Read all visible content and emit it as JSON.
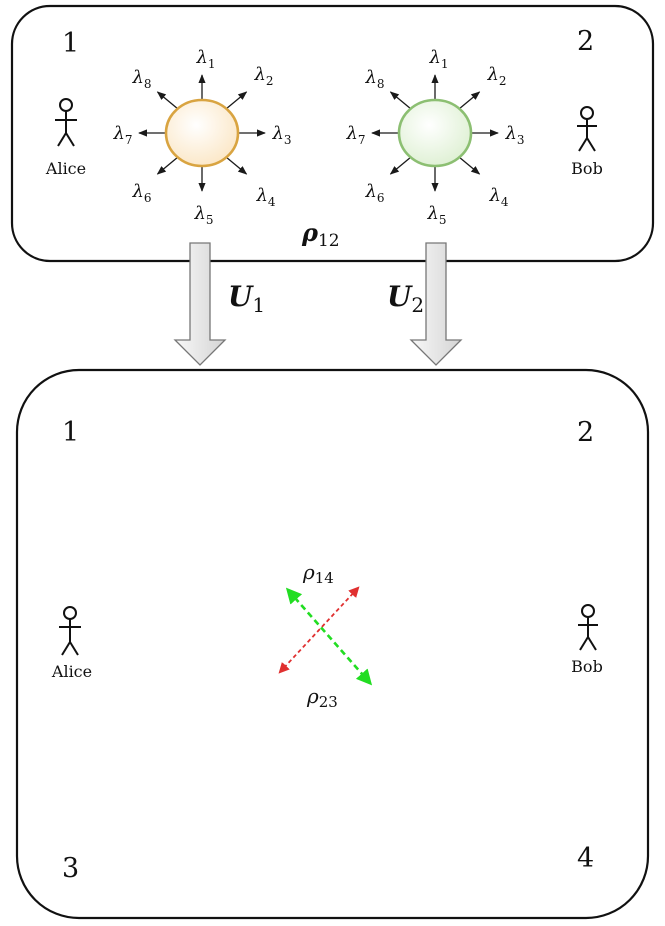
{
  "top_panel": {
    "corner_labels": [
      "1",
      "2"
    ],
    "alice_label": "Alice",
    "bob_label": "Bob",
    "state": {
      "symbol": "ρ",
      "subscript": "12"
    },
    "qudits": [
      {
        "fill": "#fbe5c2",
        "stroke": "#d9a441"
      },
      {
        "fill": "#dcefd0",
        "stroke": "#8cbf72"
      }
    ]
  },
  "operators": [
    {
      "symbol": "U",
      "subscript": "1"
    },
    {
      "symbol": "U",
      "subscript": "2"
    }
  ],
  "bottom_panel": {
    "corner_labels": [
      "1",
      "2",
      "3",
      "4"
    ],
    "alice_label": "Alice",
    "bob_label": "Bob",
    "qudits": [
      {
        "fill": "#b6c4d0",
        "stroke": "#2f4656"
      },
      {
        "fill": "#e8eef9",
        "stroke": "#7c9cc7"
      },
      {
        "fill": "#b6c4d0",
        "stroke": "#2f4656"
      },
      {
        "fill": "#e8eef9",
        "stroke": "#7c9cc7"
      }
    ],
    "correlations": [
      {
        "symbol": "ρ",
        "subscript": "14",
        "color": "#22dd22"
      },
      {
        "symbol": "ρ",
        "subscript": "23",
        "color": "#e03030"
      }
    ]
  },
  "eigen_labels": [
    {
      "symbol": "λ",
      "subscript": "1"
    },
    {
      "symbol": "λ",
      "subscript": "2"
    },
    {
      "symbol": "λ",
      "subscript": "3"
    },
    {
      "symbol": "λ",
      "subscript": "4"
    },
    {
      "symbol": "λ",
      "subscript": "5"
    },
    {
      "symbol": "λ",
      "subscript": "6"
    },
    {
      "symbol": "λ",
      "subscript": "7"
    },
    {
      "symbol": "λ",
      "subscript": "8"
    }
  ]
}
